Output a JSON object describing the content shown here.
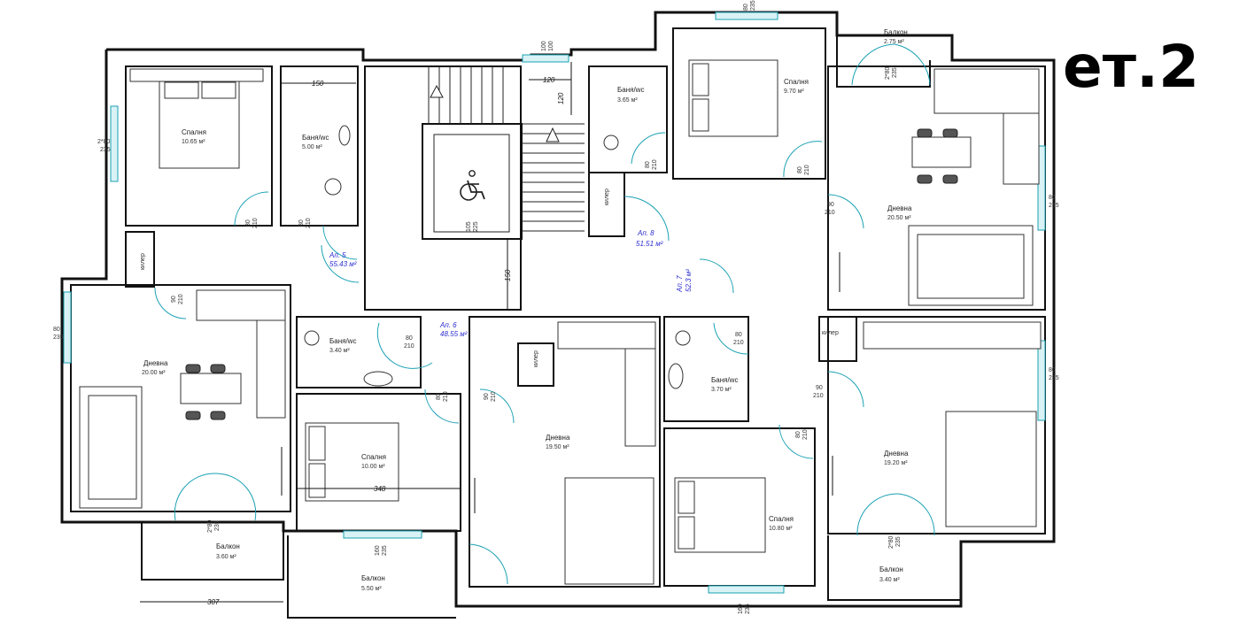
{
  "floor_label": "ет.2",
  "apartments": [
    {
      "label": "Ап. 5",
      "area": "55.43 м²"
    },
    {
      "label": "Ап. 6",
      "area": "48.55 м²"
    },
    {
      "label": "Ап. 7",
      "area": "52.3 м²"
    },
    {
      "label": "Ап. 8",
      "area": "51.51 м²"
    }
  ],
  "rooms": [
    {
      "name": "Спалня",
      "area": "10.65 м²"
    },
    {
      "name": "Баня/wc",
      "area": "5.00 м²"
    },
    {
      "name": "Дневна",
      "area": "20.00 м²"
    },
    {
      "name": "Балкон",
      "area": "3.60 м²"
    },
    {
      "name": "Баня/wc",
      "area": "3.40 м²"
    },
    {
      "name": "Спалня",
      "area": "10.00 м²"
    },
    {
      "name": "Дневна",
      "area": "19.50 м²"
    },
    {
      "name": "Балкон",
      "area": "5.50 м²"
    },
    {
      "name": "Баня/wc",
      "area": "3.65 м²"
    },
    {
      "name": "Спалня",
      "area": "9.70 м²"
    },
    {
      "name": "Балкон",
      "area": "2.75 м²"
    },
    {
      "name": "Дневна",
      "area": "20.50 м²"
    },
    {
      "name": "Баня/wc",
      "area": "3.70 м²"
    },
    {
      "name": "Спалня",
      "area": "10.80 м²"
    },
    {
      "name": "Дневна",
      "area": "19.20 м²"
    },
    {
      "name": "Балкон",
      "area": "3.40 м²"
    }
  ],
  "storage_label": "килер",
  "dimensions": {
    "d150": "150",
    "d120": "120",
    "d348": "348",
    "d307": "307",
    "door_90": "90",
    "door_80": "80",
    "door_h210": "210",
    "win_2x80": "2*80",
    "win_h235": "235",
    "win_160": "160",
    "win_100": "100",
    "elev_105": "105",
    "elev_225": "225"
  },
  "icons": [
    "wheelchair-icon",
    "stair-arrow-icon"
  ]
}
